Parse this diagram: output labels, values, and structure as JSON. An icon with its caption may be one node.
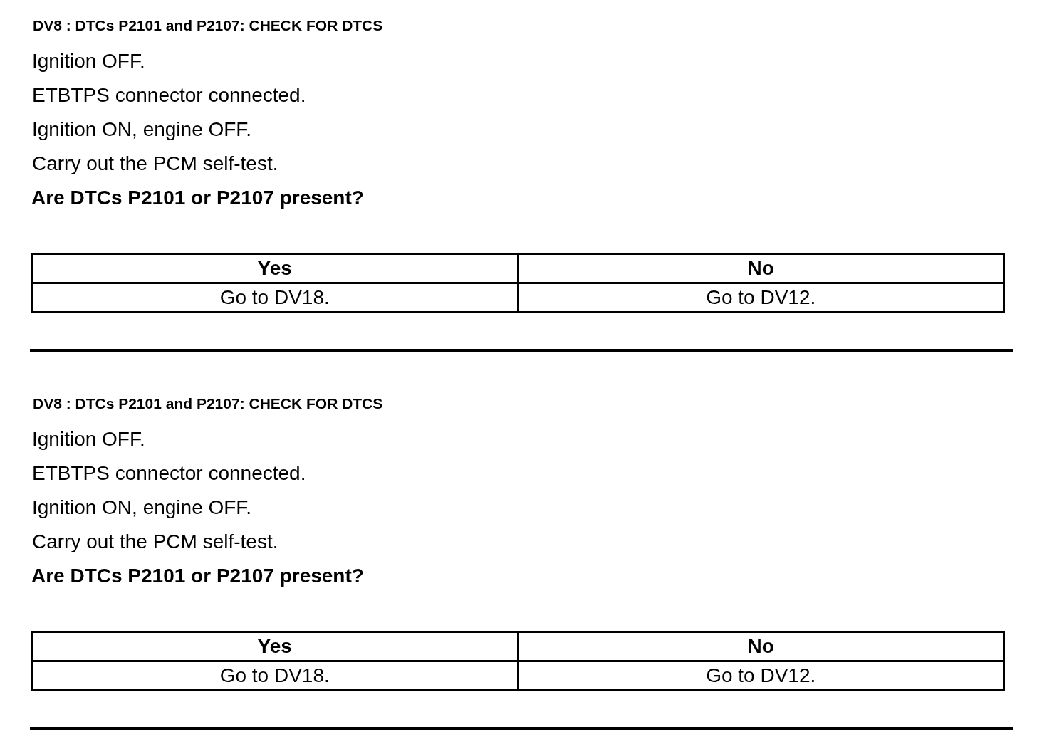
{
  "diagram": {
    "labels": [
      "DV8 : DTCs P2101 and P2107: CHECK FOR DTCS",
      "Ignition OFF.",
      "ETBTPS connector connected.",
      "Ignition ON, engine OFF.",
      "Carry out the PCM self-test.",
      "Are DTCs P2101 or P2107 present?",
      "Yes",
      "No",
      "Go to DV18.",
      "Go to DV12.",
      "DV8 : DTCs P2101 and P2107: CHECK FOR DTCS",
      "Ignition OFF.",
      "ETBTPS connector connected.",
      "Ignition ON, engine OFF.",
      "Carry out the PCM self-test.",
      "Are DTCs P2101 or P2107 present?",
      "Yes",
      "No",
      "Go to DV18.",
      "Go to DV12."
    ]
  }
}
